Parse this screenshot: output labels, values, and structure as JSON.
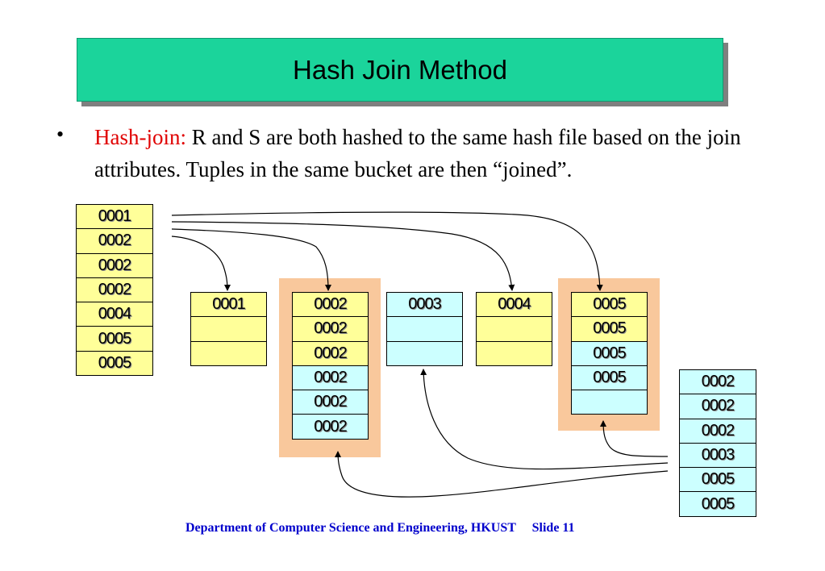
{
  "title": "Hash Join Method",
  "bullet": {
    "symbol": "•",
    "term": "Hash-join:",
    "text": " R and S are both hashed to the same hash file based on the join attributes. Tuples in the same bucket are then “joined”."
  },
  "relation_r": [
    "0001",
    "0002",
    "0002",
    "0002",
    "0004",
    "0005",
    "0005"
  ],
  "relation_s": [
    "0002",
    "0002",
    "0002",
    "0003",
    "0005",
    "0005"
  ],
  "buckets": [
    {
      "cells": [
        {
          "v": "0001",
          "src": "R"
        },
        {
          "v": "",
          "src": "R"
        },
        {
          "v": "",
          "src": "R"
        }
      ]
    },
    {
      "cells": [
        {
          "v": "0002",
          "src": "R"
        },
        {
          "v": "0002",
          "src": "R"
        },
        {
          "v": "0002",
          "src": "R"
        },
        {
          "v": "0002",
          "src": "S"
        },
        {
          "v": "0002",
          "src": "S"
        },
        {
          "v": "0002",
          "src": "S"
        }
      ]
    },
    {
      "cells": [
        {
          "v": "0003",
          "src": "S"
        },
        {
          "v": "",
          "src": "S"
        },
        {
          "v": "",
          "src": "S"
        }
      ]
    },
    {
      "cells": [
        {
          "v": "0004",
          "src": "R"
        },
        {
          "v": "",
          "src": "R"
        },
        {
          "v": "",
          "src": "R"
        }
      ]
    },
    {
      "cells": [
        {
          "v": "0005",
          "src": "R"
        },
        {
          "v": "0005",
          "src": "R"
        },
        {
          "v": "0005",
          "src": "S"
        },
        {
          "v": "0005",
          "src": "S"
        },
        {
          "v": "",
          "src": "S"
        }
      ]
    }
  ],
  "highlighted_buckets": [
    1,
    4
  ],
  "colors": {
    "title_bg": "#1bd49b",
    "relation_r": "#ffff99",
    "relation_s": "#ccffff",
    "bucket_highlight": "#f9c89c",
    "bullet_term": "#e00000",
    "footer": "#0000cc"
  },
  "footer": {
    "dept": "Department of Computer Science and Engineering, HKUST",
    "slide": "Slide 11"
  }
}
